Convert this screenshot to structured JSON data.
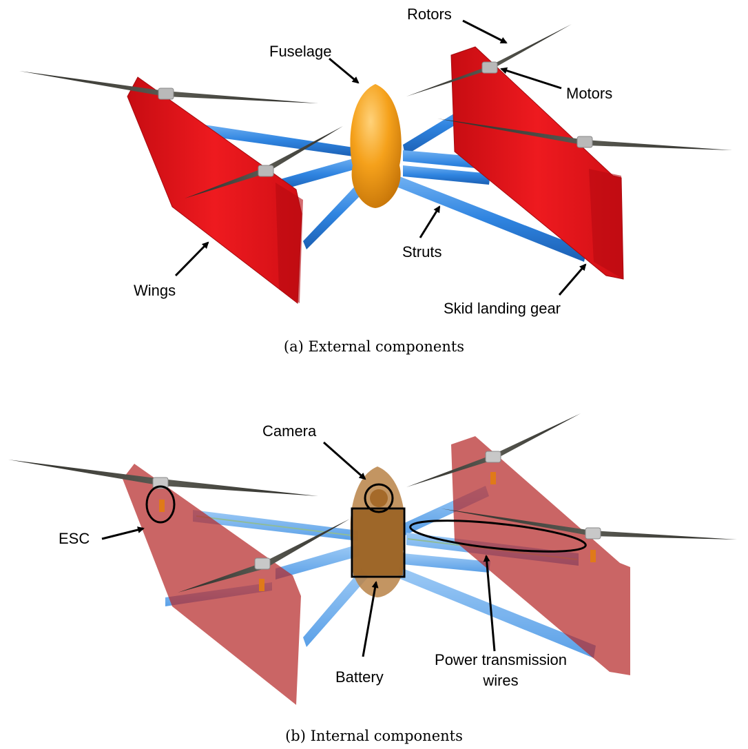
{
  "figure_a": {
    "caption": "(a) External components",
    "labels": {
      "rotors": "Rotors",
      "fuselage": "Fuselage",
      "motors": "Motors",
      "struts": "Struts",
      "wings": "Wings",
      "skid": "Skid landing gear"
    }
  },
  "figure_b": {
    "caption": "(b) Internal components",
    "labels": {
      "camera": "Camera",
      "esc": "ESC",
      "battery": "Battery",
      "power_line1": "Power transmission",
      "power_line2": "wires"
    }
  },
  "colors": {
    "wing": "#e8141c",
    "wing_transparent": "#b52a2a",
    "strut": "#2f84e0",
    "fuselage": "#f29a12",
    "fuselage_internal": "#b98346",
    "rotor": "#3a3a36",
    "motor": "#b8b8b8"
  }
}
